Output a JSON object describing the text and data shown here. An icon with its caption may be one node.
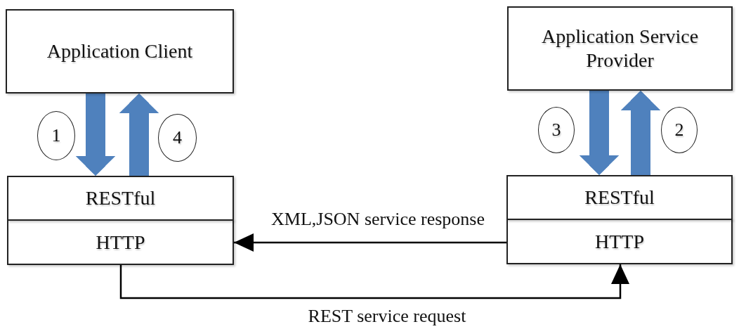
{
  "diagram": {
    "nodes": [
      {
        "text": [
          "Application Client"
        ]
      },
      {
        "text": [
          "Application Service Provider"
        ]
      },
      {
        "text": [
          "1"
        ]
      },
      {
        "text": [
          "4"
        ]
      },
      {
        "text": [
          "3"
        ]
      },
      {
        "text": [
          "2"
        ]
      },
      {
        "text": [
          "RESTful"
        ]
      },
      {
        "text": [
          "RESTful"
        ]
      },
      {
        "text": [
          "HTTP"
        ]
      },
      {
        "text": [
          "HTTP"
        ]
      }
    ],
    "edges": [
      {
        "from": 0,
        "to": 6,
        "arrow": "to",
        "color": "#4f81bd"
      },
      {
        "from": 6,
        "to": 0,
        "arrow": "to",
        "color": "#4f81bd"
      },
      {
        "from": 1,
        "to": 7,
        "arrow": "to",
        "color": "#4f81bd"
      },
      {
        "from": 7,
        "to": 1,
        "arrow": "to",
        "color": "#4f81bd"
      },
      {
        "from": 9,
        "to": 8,
        "arrow": "to",
        "label": "XML,JSON service response",
        "color": "#000000"
      },
      {
        "from": 8,
        "to": 9,
        "arrow": "to",
        "label": "REST service request",
        "color": "#000000"
      }
    ]
  }
}
